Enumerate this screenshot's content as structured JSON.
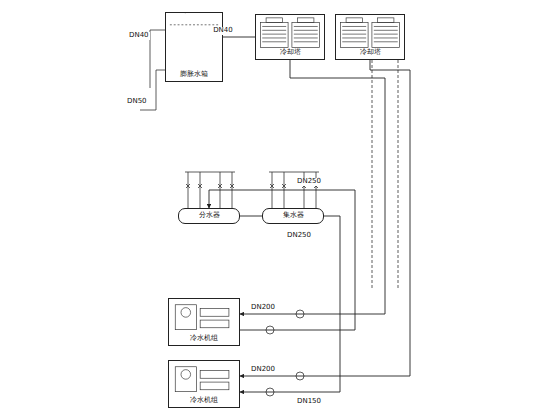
{
  "diagram": {
    "nodes": [
      {
        "text": [
          "膨胀水箱"
        ]
      },
      {
        "text": [
          "冷却塔"
        ]
      },
      {
        "text": [
          "冷却塔"
        ]
      },
      {
        "text": [
          "分水器"
        ]
      },
      {
        "text": [
          "集水器"
        ]
      },
      {
        "text": [
          "冷水机组"
        ]
      },
      {
        "text": [
          "冷水机组"
        ]
      }
    ],
    "edges": [
      {
        "from": 0,
        "to": 1,
        "label": "DN40",
        "arrow": "none"
      },
      {
        "from": 1,
        "to": 5,
        "arrow": "to"
      },
      {
        "from": 2,
        "to": 6,
        "arrow": "to"
      },
      {
        "from": 5,
        "to": 3,
        "arrow": "to"
      },
      {
        "from": 4,
        "to": 6,
        "arrow": "to"
      },
      {
        "from": 3,
        "to": 4,
        "arrow": "none"
      }
    ],
    "labels": [
      "DN40",
      "DN50",
      "DN250",
      "DN250",
      "DN200",
      "DN200",
      "DN150"
    ]
  }
}
